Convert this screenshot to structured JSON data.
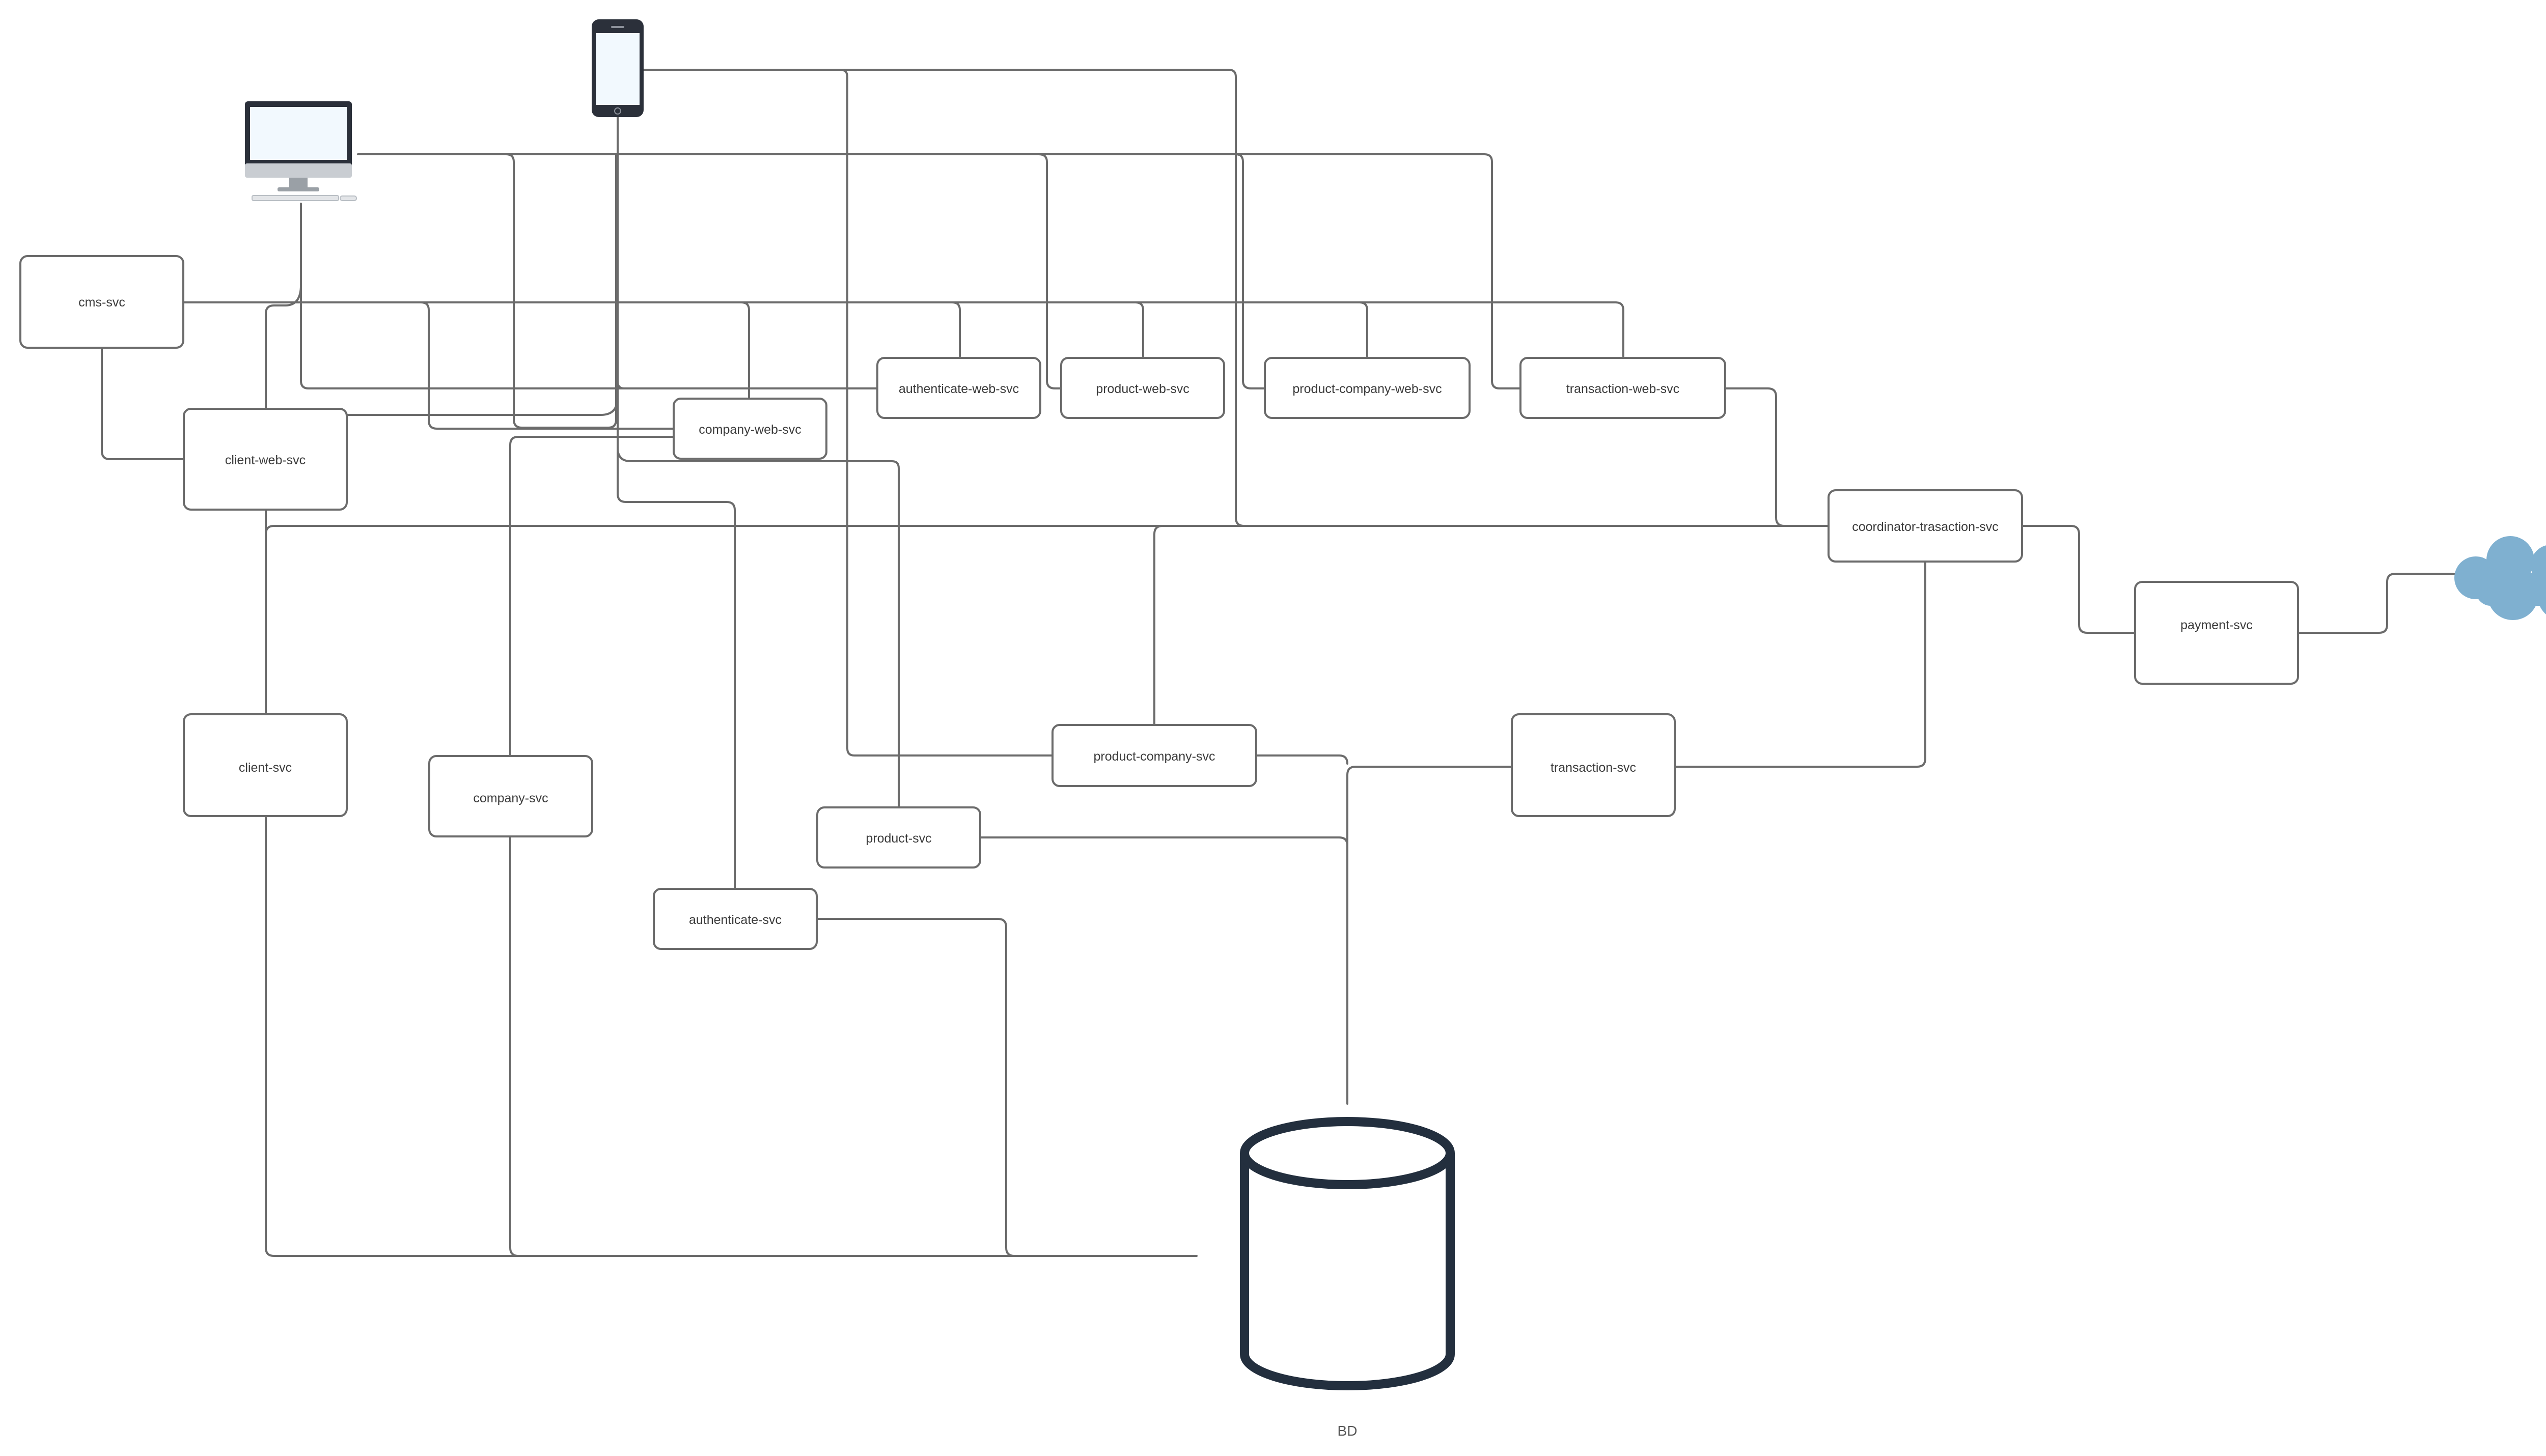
{
  "diagram": {
    "colors": {
      "line": "#6b6b6b",
      "node_border": "#6b6b6b",
      "node_fill": "#ffffff",
      "device_dark": "#2b303a",
      "screen": "#f2f9fe",
      "database": "#232f3e",
      "cloud": "#7fb0d0"
    },
    "icons": {
      "desktop": "desktop-computer-icon",
      "mobile": "mobile-phone-icon",
      "database": "database-icon",
      "cloud": "cloud-icon"
    },
    "nodes": {
      "cms": "cms-svc",
      "client_web": "client-web-svc",
      "company_web": "company-web-svc",
      "authenticate_web": "authenticate-web-svc",
      "product_web": "product-web-svc",
      "product_company_web": "product-company-web-svc",
      "transaction_web": "transaction-web-svc",
      "coordinator": "coordinator-trasaction-svc",
      "payment": "payment-svc",
      "client": "client-svc",
      "company": "company-svc",
      "product_company": "product-company-svc",
      "transaction": "transaction-svc",
      "product": "product-svc",
      "authenticate": "authenticate-svc"
    },
    "database_label": "BD"
  }
}
